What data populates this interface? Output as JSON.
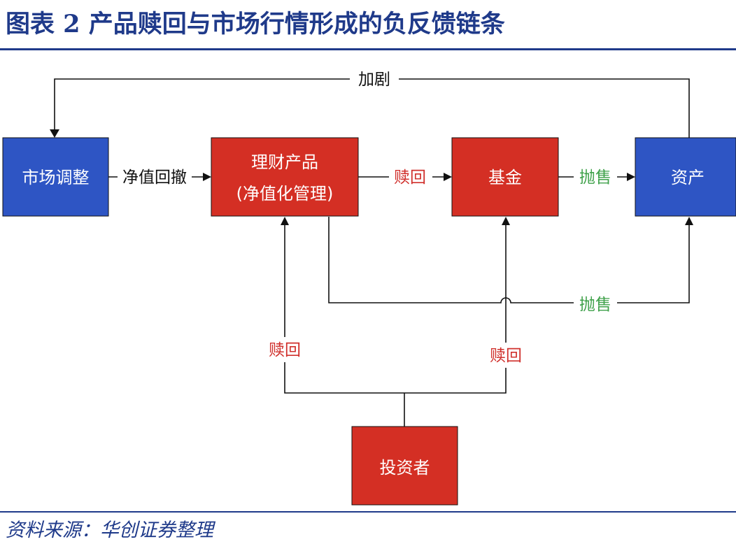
{
  "title": "图表 2 产品赎回与市场行情形成的负反馈链条",
  "source": "资料来源：华创证券整理",
  "colors": {
    "heading": "#1f3a8a",
    "box_blue": "#2e55c4",
    "box_red": "#d42f24",
    "label_red": "#d0312d",
    "label_green": "#3fa14a"
  },
  "nodes": {
    "market": "市场调整",
    "product_line1": "理财产品",
    "product_line2": "(净值化管理)",
    "fund": "基金",
    "asset": "资产",
    "investor": "投资者"
  },
  "edges": {
    "intensify": "加剧",
    "nav_drawdown": "净值回撤",
    "redeem_product_fund": "赎回",
    "sell_fund_asset": "抛售",
    "sell_product_asset": "抛售",
    "redeem_investor_product": "赎回",
    "redeem_investor_fund": "赎回"
  }
}
